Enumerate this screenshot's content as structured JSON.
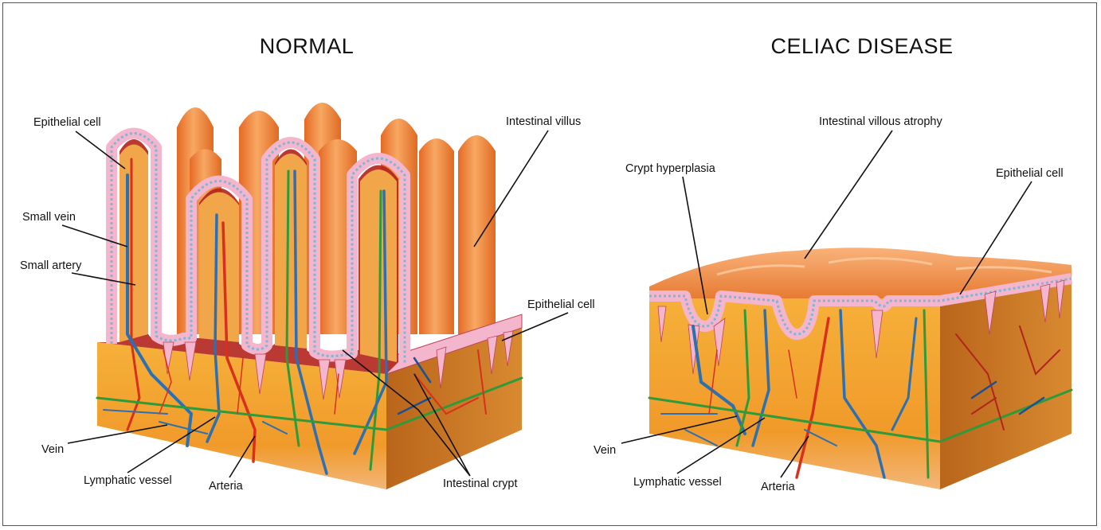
{
  "panels": {
    "normal": {
      "title": "NORMAL",
      "labels": {
        "epithelial_cell_top": "Epithelial cell",
        "small_vein": "Small vein",
        "small_artery": "Small artery",
        "intestinal_villus": "Intestinal villus",
        "epithelial_cell_right": "Epithelial cell",
        "vein": "Vein",
        "lymphatic_vessel": "Lymphatic vessel",
        "arteria": "Arteria",
        "intestinal_crypt": "Intestinal crypt"
      }
    },
    "celiac": {
      "title": "CELIAC DISEASE",
      "labels": {
        "intestinal_villous_atrophy": "Intestinal villous atrophy",
        "crypt_hyperplasia": "Crypt hyperplasia",
        "epithelial_cell": "Epithelial cell",
        "vein": "Vein",
        "lymphatic_vessel": "Lymphatic vessel",
        "arteria": "Arteria"
      }
    }
  },
  "colors": {
    "villus_orange": "#f08a3a",
    "villus_light": "#f7b073",
    "villus_dark_red": "#b3241c",
    "epithelium_pink": "#f4b6cc",
    "tissue_orange": "#f3a72e",
    "tissue_side": "#c9761f",
    "artery_red": "#d8301c",
    "vein_blue": "#2e6fb0",
    "lymph_green": "#2f9a3a"
  }
}
